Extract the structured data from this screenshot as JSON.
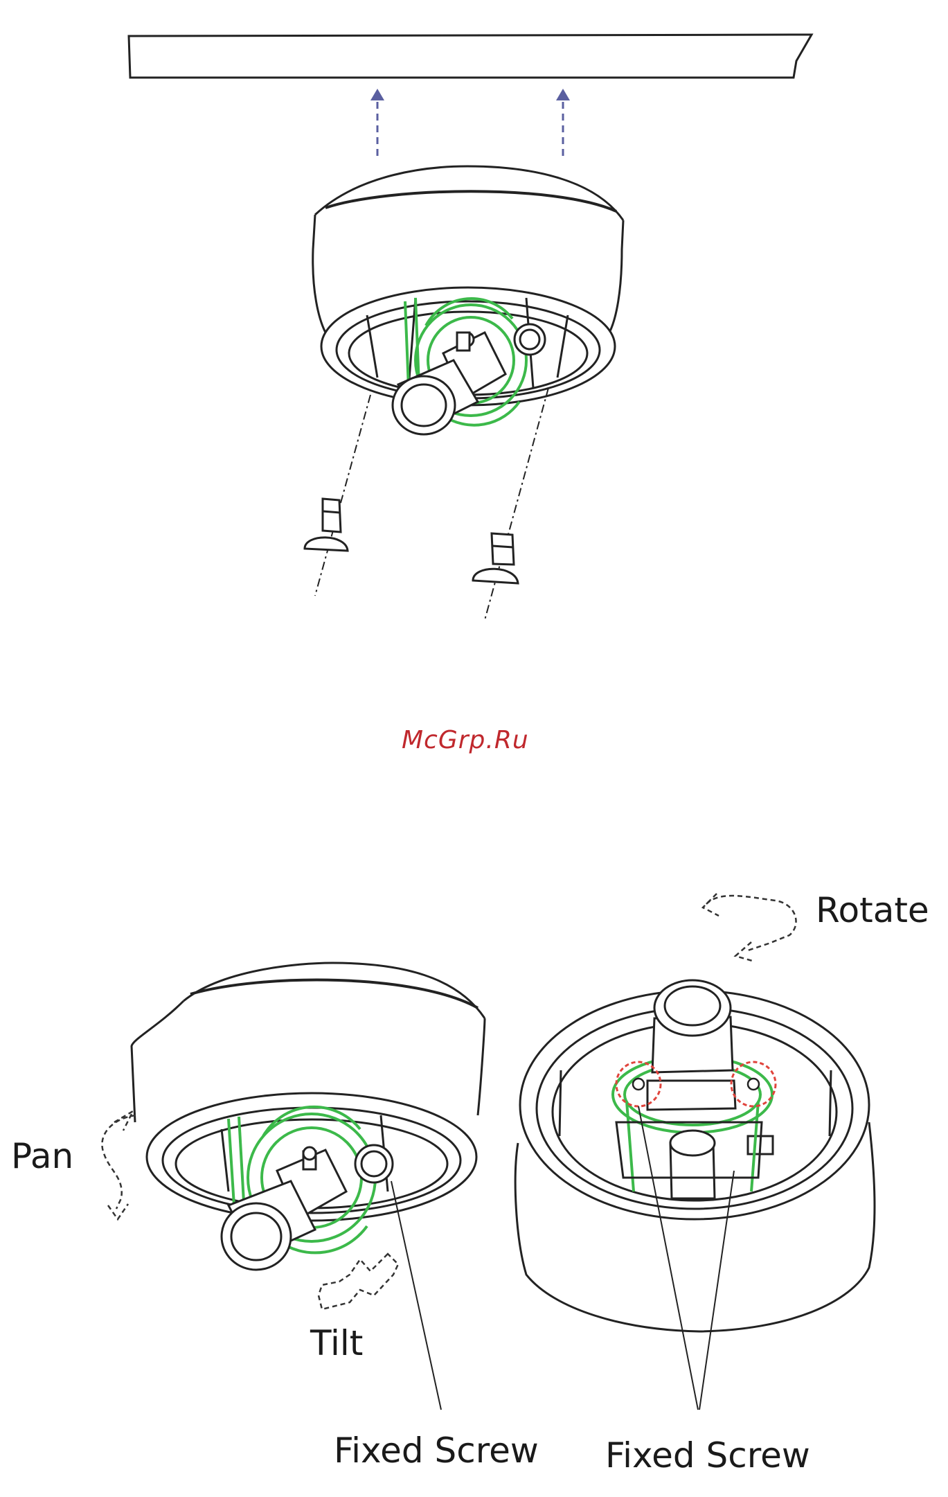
{
  "watermark": "McGrp.Ru",
  "labels": {
    "rotate": "Rotate",
    "pan": "Pan",
    "tilt": "Tilt",
    "fixed_screw_left": "Fixed Screw",
    "fixed_screw_right": "Fixed Screw"
  },
  "colors": {
    "line": "#222222",
    "accent_green": "#3cb94a",
    "arrow_blue": "#5a5fa0",
    "watermark_red": "#c0282d",
    "highlight_red": "#e0443c"
  }
}
